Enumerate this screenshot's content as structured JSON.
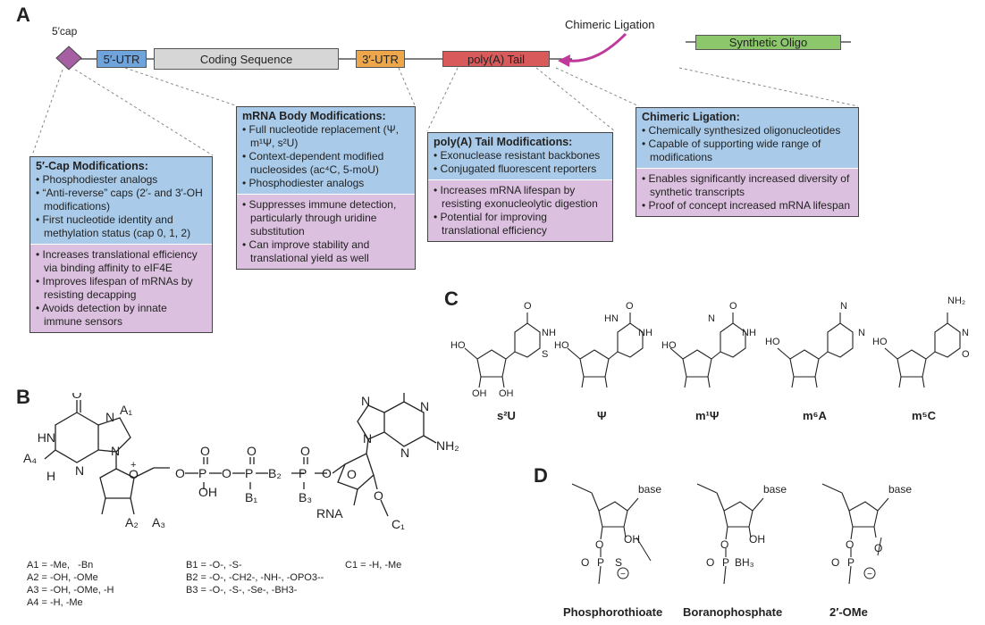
{
  "panels": {
    "a": "A",
    "b": "B",
    "c": "C",
    "d": "D"
  },
  "construct": {
    "cap_label": "5′cap",
    "utr5": "5′-UTR",
    "cds": "Coding Sequence",
    "utr3": "3′-UTR",
    "polya": "poly(A) Tail",
    "oligo": "Synthetic Oligo",
    "ligation_label": "Chimeric Ligation"
  },
  "colors": {
    "utr5": "#6fa3dc",
    "cds": "#d6d6d6",
    "utr3": "#eea64b",
    "polya": "#d95a5a",
    "oligo": "#8cc86b",
    "cap": "#a65fa3",
    "arrow": "#c0399a",
    "box_top": "#a9cbe9",
    "box_bottom": "#dcc0df"
  },
  "boxes": {
    "cap": {
      "title": "5′-Cap Modifications:",
      "top": [
        "• Phosphodiester analogs",
        "• “Anti-reverse” caps (2′- and 3′-OH modifications)",
        "• First nucleotide identity and methylation status (cap 0, 1, 2)"
      ],
      "bottom": [
        "• Increases translational efficiency via binding affinity to eIF4E",
        "• Improves lifespan of mRNAs by resisting decapping",
        "• Avoids detection by innate immune sensors"
      ]
    },
    "body": {
      "title": "mRNA Body Modifications:",
      "top": [
        "• Full nucleotide replacement (Ψ, m¹Ψ, s²U)",
        "• Context-dependent modified nucleosides (ac⁴C, 5-moU)",
        "• Phosphodiester analogs"
      ],
      "bottom": [
        "• Suppresses immune detection, particularly through uridine substitution",
        "• Can improve stability and translational yield as well"
      ]
    },
    "polya": {
      "title": "poly(A) Tail Modifications:",
      "top": [
        "• Exonuclease resistant backbones",
        "• Conjugated fluorescent reporters"
      ],
      "bottom": [
        "• Increases mRNA lifespan by resisting exonucleolytic digestion",
        "• Potential for improving translational efficiency"
      ]
    },
    "chimeric": {
      "title": "Chimeric Ligation:",
      "top": [
        "• Chemically synthesized oligonucleotides",
        "• Capable of supporting wide range of modifications"
      ],
      "bottom": [
        "• Enables significantly increased diversity of synthetic transcripts",
        "• Proof of concept increased mRNA lifespan"
      ]
    }
  },
  "panel_b": {
    "atoms": {
      "O": "O",
      "N": "N",
      "HN": "HN",
      "H": "H",
      "P": "P",
      "OH": "OH",
      "NH2": "NH₂",
      "RNA": "RNA",
      "plus": "+"
    },
    "subs": {
      "A1": "A₁",
      "A2": "A₂",
      "A3": "A₃",
      "A4": "A₄",
      "B1": "B₁",
      "B2": "B₂",
      "B3": "B₃",
      "C1": "C₁"
    },
    "legend_a": [
      "A1 = -Me,   -Bn",
      "A2 = -OH, -OMe",
      "A3 = -OH, -OMe, -H",
      "A4 = -H, -Me"
    ],
    "legend_b": [
      "B1 = -O-, -S-",
      "B2 = -O-, -CH2-, -NH-, -OPO3--",
      "B3 = -O-, -S-, -Se-, -BH3-"
    ],
    "legend_c": [
      "C1 = -H, -Me"
    ]
  },
  "panel_c": {
    "labels": [
      "s²U",
      "Ψ",
      "m¹Ψ",
      "m⁶A",
      "m⁵C"
    ],
    "atoms": {
      "O": "O",
      "N": "N",
      "NH": "NH",
      "HN": "HN",
      "HO": "HO",
      "OH": "OH",
      "S": "S",
      "NH2": "NH₂"
    }
  },
  "panel_d": {
    "labels": [
      "Phosphorothioate",
      "Boranophosphate",
      "2′-OMe"
    ],
    "atoms": {
      "base": "base",
      "O": "O",
      "P": "P",
      "S": "S",
      "OH": "OH",
      "BH3": "BH₃",
      "minus": "−"
    }
  }
}
